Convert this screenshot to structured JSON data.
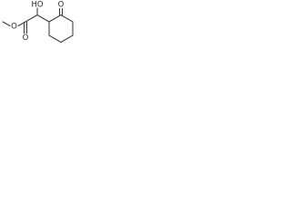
{
  "molecule": {
    "atoms": {
      "ester_o": "O",
      "carbonyl_o": "O",
      "hydroxyl": "HO",
      "ketone_o": "O"
    }
  },
  "colors": {
    "bond": "#3a3a3a",
    "label": "#2a2a2a",
    "background": "#ffffff"
  }
}
